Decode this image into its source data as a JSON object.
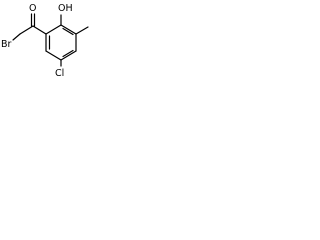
{
  "molecule": {
    "atoms": {
      "oxygen_carbonyl": "O",
      "hydroxyl": "OH",
      "bromine": "Br",
      "chlorine": "Cl"
    }
  }
}
